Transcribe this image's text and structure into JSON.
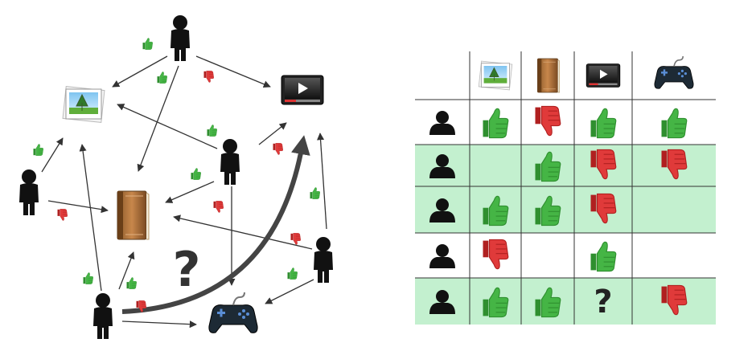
{
  "diagram": {
    "question_mark": "?",
    "nodes": {
      "people": [
        "user-top",
        "user-left",
        "user-middle",
        "user-right",
        "user-bottom"
      ],
      "items": [
        "picture",
        "book",
        "video",
        "game"
      ]
    },
    "edges": [
      {
        "from": "user-top",
        "to": "picture",
        "rating": "like"
      },
      {
        "from": "user-top",
        "to": "book",
        "rating": "like"
      },
      {
        "from": "user-top",
        "to": "video",
        "rating": "dislike"
      },
      {
        "from": "user-left",
        "to": "picture",
        "rating": "like"
      },
      {
        "from": "user-left",
        "to": "book",
        "rating": "dislike"
      },
      {
        "from": "user-middle",
        "to": "picture",
        "rating": "like"
      },
      {
        "from": "user-middle",
        "to": "book",
        "rating": "like"
      },
      {
        "from": "user-middle",
        "to": "video",
        "rating": "dislike"
      },
      {
        "from": "user-middle",
        "to": "game",
        "rating": "dislike"
      },
      {
        "from": "user-right",
        "to": "book",
        "rating": "dislike"
      },
      {
        "from": "user-right",
        "to": "video",
        "rating": "like"
      },
      {
        "from": "user-right",
        "to": "game",
        "rating": "like"
      },
      {
        "from": "user-bottom",
        "to": "picture",
        "rating": "like"
      },
      {
        "from": "user-bottom",
        "to": "book",
        "rating": "like"
      },
      {
        "from": "user-bottom",
        "to": "game",
        "rating": "dislike"
      },
      {
        "from": "user-bottom",
        "to": "video",
        "rating": "predicted"
      }
    ]
  },
  "matrix": {
    "columns": [
      "picture-icon",
      "book-icon",
      "video-icon",
      "gamepad-icon"
    ],
    "rows": [
      {
        "highlight": false,
        "cells": [
          "like",
          "dislike",
          "like",
          "like"
        ]
      },
      {
        "highlight": true,
        "cells": [
          "",
          "like",
          "dislike",
          "dislike"
        ]
      },
      {
        "highlight": true,
        "cells": [
          "like",
          "like",
          "dislike",
          ""
        ]
      },
      {
        "highlight": false,
        "cells": [
          "dislike",
          "",
          "like",
          ""
        ]
      },
      {
        "highlight": true,
        "cells": [
          "like",
          "like",
          "?",
          "dislike"
        ]
      }
    ]
  },
  "colors": {
    "like": "#3aa83a",
    "like_light": "#7cd66a",
    "dislike": "#d83030",
    "dislike_light": "#f06a5a",
    "highlight_row": "#c3f0cf",
    "person": "#111111",
    "arrow": "#333333"
  }
}
